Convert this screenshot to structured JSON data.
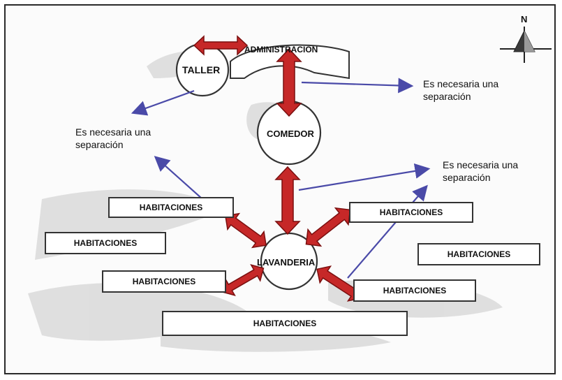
{
  "nodes": {
    "taller": "TALLER",
    "administracion": "ADMINISTRACION",
    "comedor": "COMEDOR",
    "lavanderia": "LAVANDERIA",
    "habitaciones": "HABITACIONES"
  },
  "notes": {
    "separation_line1": "Es necesaria una",
    "separation_line2": "separación"
  },
  "compass": {
    "label": "N"
  },
  "colors": {
    "arrow_fill": "#c62828",
    "arrow_stroke": "#7a0f0f",
    "line": "#4a4aa8",
    "shading": "#bdbdbd"
  }
}
